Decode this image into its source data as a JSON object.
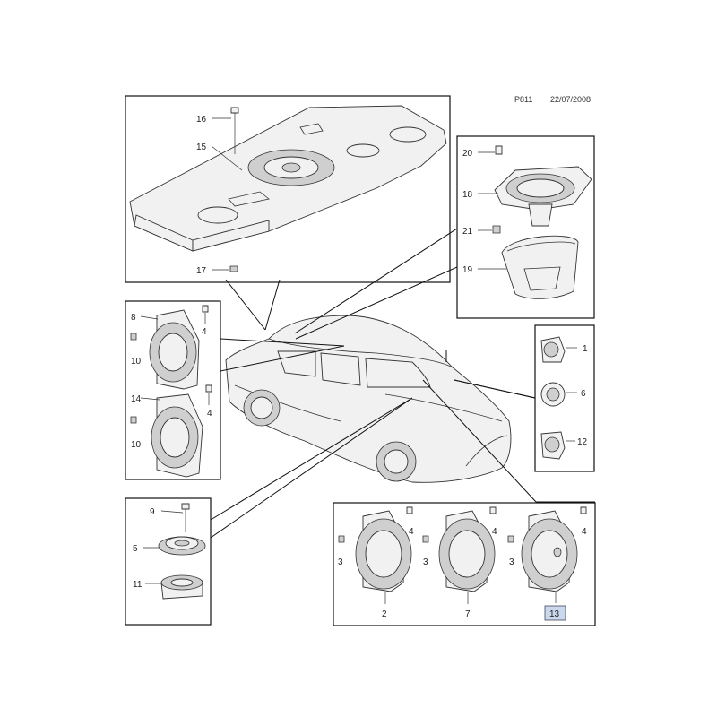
{
  "header": {
    "page_code": "P811",
    "date": "22/07/2008"
  },
  "callouts": {
    "n1": "1",
    "n2": "2",
    "n3a": "3",
    "n3b": "3",
    "n3c": "3",
    "n4a": "4",
    "n4b": "4",
    "n4c": "4",
    "n4d": "4",
    "n4e": "4",
    "n5": "5",
    "n6": "6",
    "n7": "7",
    "n8": "8",
    "n9": "9",
    "n10a": "10",
    "n10b": "10",
    "n11": "11",
    "n12": "12",
    "n13": "13",
    "n14": "14",
    "n15": "15",
    "n16": "16",
    "n17": "17",
    "n18": "18",
    "n19": "19",
    "n20": "20",
    "n21": "21"
  },
  "highlight": {
    "part": "13",
    "color": "#c9d8ec"
  }
}
